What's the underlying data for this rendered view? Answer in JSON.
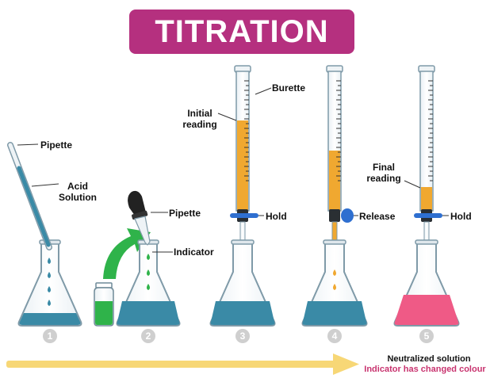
{
  "title": "TITRATION",
  "labels": {
    "pipette_1": "Pipette",
    "acid_solution": "Acid\nSolution",
    "pipette_2": "Pipette",
    "indicator": "Indicator",
    "burette": "Burette",
    "initial_reading": "Initial\nreading",
    "hold_1": "Hold",
    "release": "Release",
    "final_reading": "Final\nreading",
    "hold_2": "Hold"
  },
  "steps": [
    "1",
    "2",
    "3",
    "4",
    "5"
  ],
  "result": {
    "line1": "Neutralized solution",
    "line2": "Indicator has changed colour"
  },
  "colors": {
    "title_bg": "#b5307f",
    "acid_blue": "#3a8aa6",
    "indicator_green": "#2fb34a",
    "titrant_orange": "#f0a830",
    "neutral_pink": "#ef5a86",
    "arrow_yellow": "#f7d776",
    "valve_blue": "#2e6fd0"
  },
  "icons": [
    "pipette-icon",
    "dropper-icon",
    "bottle-icon",
    "flask-icon",
    "burette-icon",
    "valve-icon",
    "arrow-icon"
  ]
}
